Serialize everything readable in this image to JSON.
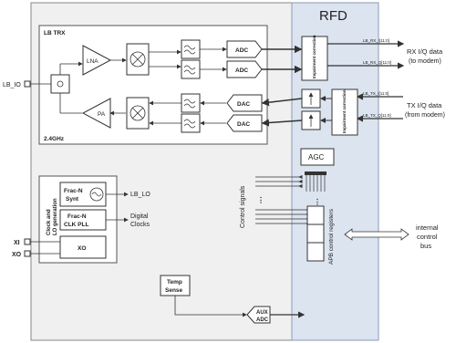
{
  "colors": {
    "outer_bg": "#f0f0f0",
    "rfd_bg": "#dce4f0",
    "rfd_stroke": "#8a9ab8",
    "box_stroke": "#333333",
    "arrow_color": "#333333"
  },
  "labels": {
    "rfd_title": "RFD",
    "lb_trx": "LB TRX",
    "ghz": "2.4GHz",
    "lb_io": "LB_IO",
    "lna": "LNA",
    "pa": "PA",
    "adc": "ADC",
    "dac": "DAC",
    "impair_rx": "Impairment correction",
    "impair_tx": "Impairment correction",
    "rx_i": "LB_RX_I[11:0]",
    "rx_q": "LB_RX_Q[11:0]",
    "tx_i": "LB_TX_I[11:0]",
    "tx_q": "LB_TX_Q[11:0]",
    "rx_iq_1": "RX I/Q  data",
    "rx_iq_2": "(to modem)",
    "tx_iq_1": "TX I/Q  data",
    "tx_iq_2": "(from modem)",
    "clock_gen": "Clock and LO generation",
    "fracn_synt_1": "Frac-N",
    "fracn_synt_2": "Synt",
    "lb_lo": "LB_LO",
    "fracn_pll_1": "Frac-N",
    "fracn_pll_2": "CLK PLL",
    "digital_1": "Digital",
    "digital_2": "Clocks",
    "xi": "XI",
    "xo_pin": "XO",
    "xo_box": "XO",
    "control_signals": "Control signals",
    "agc": "AGC",
    "apb_regs": "APB control registers",
    "internal_1": "internal",
    "internal_2": "control",
    "internal_3": "bus",
    "temp_1": "Temp",
    "temp_2": "Sense",
    "aux_1": "AUX",
    "aux_2": "ADC"
  }
}
